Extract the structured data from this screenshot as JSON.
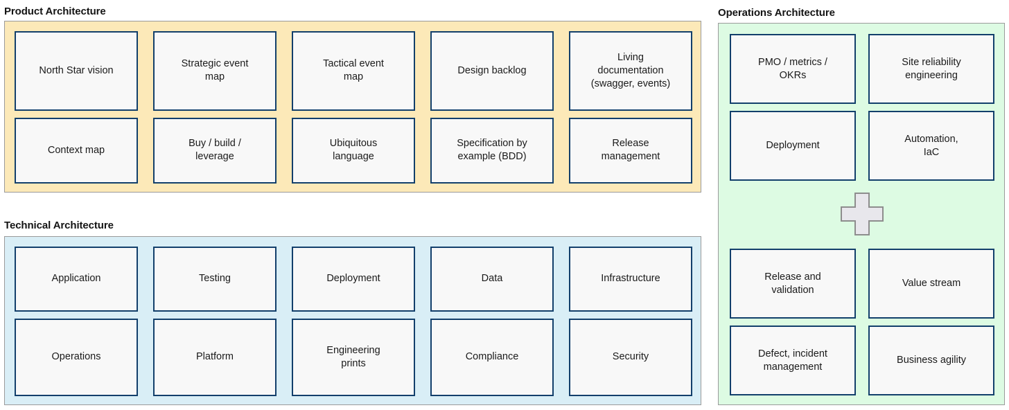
{
  "diagram": {
    "sections": [
      {
        "id": "product",
        "title": "Product Architecture",
        "panel_color": "#fce9b8",
        "columns": 5,
        "nodes": [
          "North Star vision",
          "Strategic event\nmap",
          "Tactical event\nmap",
          "Design backlog",
          "Living\ndocumentation\n(swagger, events)",
          "Context map",
          "Buy / build /\nleverage",
          "Ubiquitous\nlanguage",
          "Specification by\nexample (BDD)",
          "Release\nmanagement"
        ]
      },
      {
        "id": "technical",
        "title": "Technical Architecture",
        "panel_color": "#d9eef6",
        "columns": 5,
        "nodes": [
          "Application",
          "Testing",
          "Deployment",
          "Data",
          "Infrastructure",
          "Operations",
          "Platform",
          "Engineering\nprints",
          "Compliance",
          "Security"
        ]
      },
      {
        "id": "operations",
        "title": "Operations Architecture",
        "panel_color": "#ddfbe3",
        "columns": 2,
        "nodes_top": [
          "PMO / metrics /\nOKRs",
          "Site reliability\nengineering",
          "Deployment",
          "Automation,\nIaC"
        ],
        "separator_icon": "plus-icon",
        "nodes_bottom": [
          "Release and\nvalidation",
          "Value stream",
          "Defect, incident\nmanagement",
          "Business agility"
        ]
      }
    ],
    "style": {
      "node_border": "#123f6b",
      "node_fill": "#f8f8f8",
      "panel_border": "#9a9a9a",
      "plus_fill": "#e8e7ec",
      "plus_border": "#8d8d8d",
      "text_color": "#1a1a1a"
    }
  }
}
